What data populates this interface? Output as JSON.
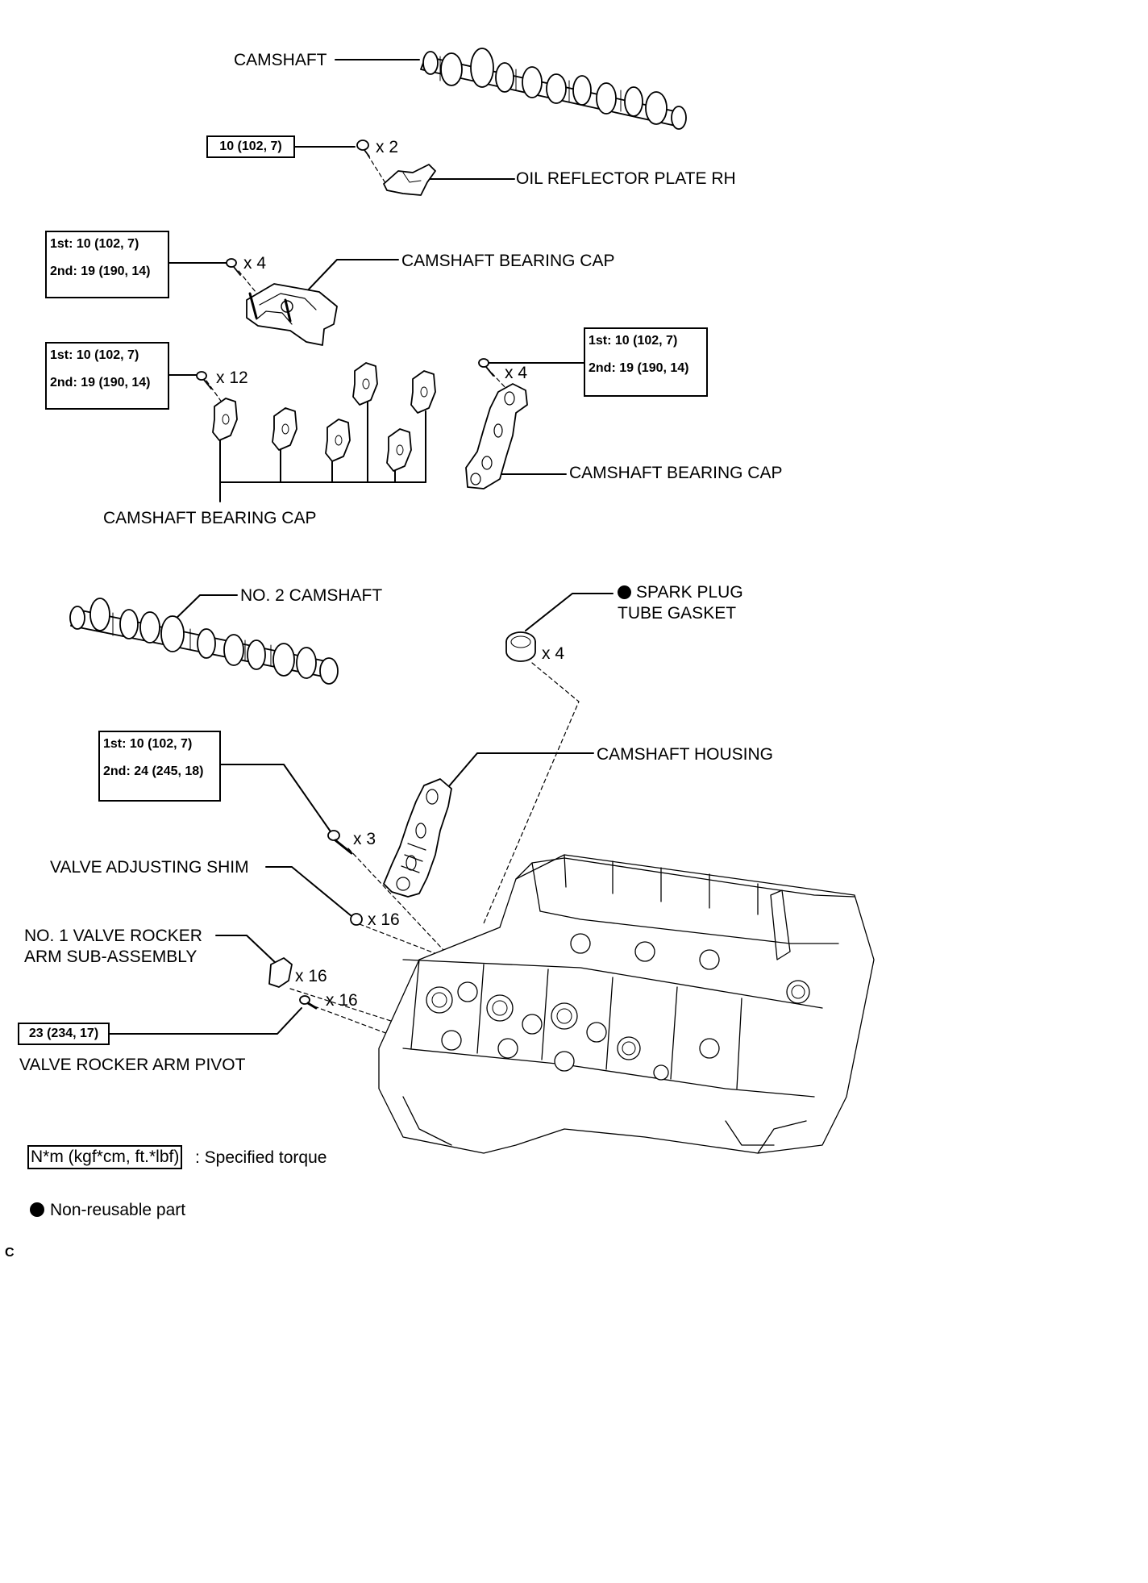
{
  "labels": {
    "camshaft": "CAMSHAFT",
    "oil_reflector": "OIL REFLECTOR PLATE RH",
    "bearing_cap_1": "CAMSHAFT BEARING CAP",
    "bearing_cap_2": "CAMSHAFT BEARING CAP",
    "bearing_cap_3": "CAMSHAFT BEARING CAP",
    "no2_camshaft": "NO. 2 CAMSHAFT",
    "spark_plug_gasket": "SPARK PLUG\nTUBE GASKET",
    "camshaft_housing": "CAMSHAFT HOUSING",
    "valve_shim": "VALVE ADJUSTING SHIM",
    "rocker_arm": "NO. 1 VALVE ROCKER\nARM SUB-ASSEMBLY",
    "rocker_pivot": "VALVE ROCKER ARM PIVOT"
  },
  "quantities": {
    "oil_reflector_bolts": "x 2",
    "bearing_cap_1_bolts": "x 4",
    "bearing_caps_bolts": "x 12",
    "bearing_cap_3_bolts": "x 4",
    "gasket_qty": "x 4",
    "housing_bolts": "x 3",
    "shim_qty": "x 16",
    "rocker_qty": "x 16",
    "pivot_qty": "x 16"
  },
  "torques": {
    "oil_reflector": "10 (102, 7)",
    "bearing_cap_1": {
      "first": "1st: 10 (102, 7)",
      "second": "2nd: 19 (190, 14)"
    },
    "bearing_caps": {
      "first": "1st: 10 (102, 7)",
      "second": "2nd: 19 (190, 14)"
    },
    "bearing_cap_3": {
      "first": "1st: 10 (102, 7)",
      "second": "2nd: 19 (190, 14)"
    },
    "camshaft_housing": {
      "first": "1st: 10 (102, 7)",
      "second": "2nd: 24 (245, 18)"
    },
    "rocker_pivot": "23 (234, 17)"
  },
  "legend": {
    "torque_unit": "N*m (kgf*cm, ft.*lbf)",
    "torque_text": ": Specified torque",
    "nonreusable_text": "Non-reusable part"
  },
  "corner_mark": "C",
  "icons": {
    "nonreusable": "filled-circle-icon",
    "bolt": "bolt-icon"
  }
}
